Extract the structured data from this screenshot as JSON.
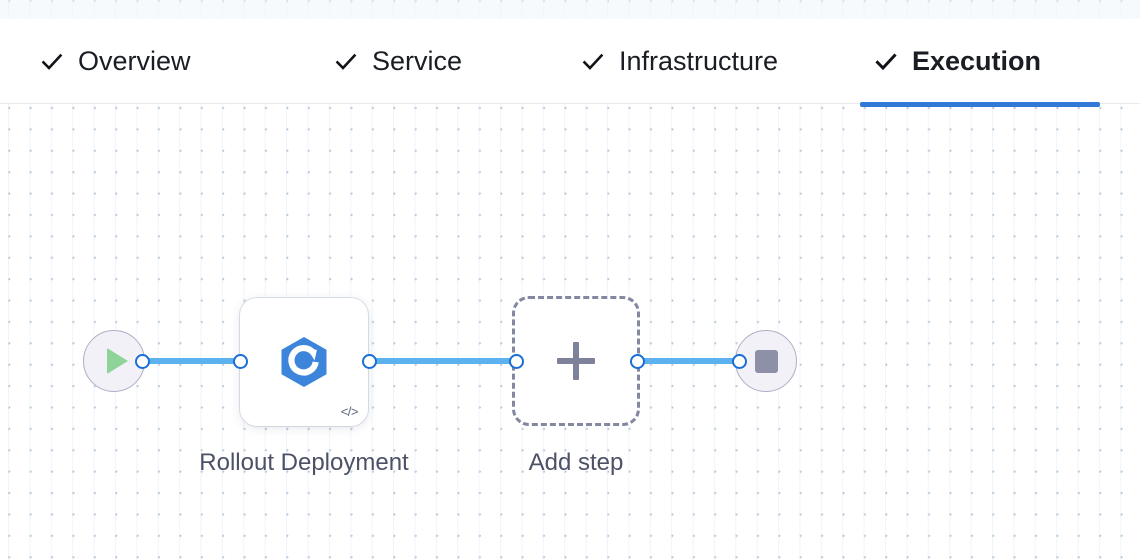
{
  "tabs": [
    {
      "label": "Overview",
      "icon": "check-icon",
      "active": false,
      "completed": true
    },
    {
      "label": "Service",
      "icon": "check-icon",
      "active": false,
      "completed": true
    },
    {
      "label": "Infrastructure",
      "icon": "check-icon",
      "active": false,
      "completed": true
    },
    {
      "label": "Execution",
      "icon": "check-icon",
      "active": true,
      "completed": true
    }
  ],
  "colors": {
    "active_tab_underline": "#3278d6",
    "connector_line": "#5cb2ee",
    "port_ring": "#1a6ed8",
    "start_play": "#8ed398",
    "stop_square": "#8d90a6",
    "round_node_fill": "#f2f1f8",
    "round_node_border": "#adaec4",
    "step_icon_blue": "#3d85da",
    "dashed_border": "#8387a0",
    "label_text": "#4c5166",
    "tab_text": "#1b1d24"
  },
  "flow": {
    "start_node": {
      "name": "pipeline-start",
      "icon": "play-icon"
    },
    "end_node": {
      "name": "pipeline-end",
      "icon": "stop-icon"
    },
    "steps": [
      {
        "id": "rollout-deployment",
        "label": "Rollout Deployment",
        "icon": "rollout-deployment-icon",
        "badge_icon": "code-icon",
        "badge_text": "</>",
        "type": "step-card"
      },
      {
        "id": "add-step",
        "label": "Add step",
        "icon": "plus-icon",
        "type": "add-placeholder"
      }
    ],
    "connectors": [
      {
        "from": "pipeline-start",
        "to": "rollout-deployment"
      },
      {
        "from": "rollout-deployment",
        "to": "add-step"
      },
      {
        "from": "add-step",
        "to": "pipeline-end"
      }
    ]
  }
}
